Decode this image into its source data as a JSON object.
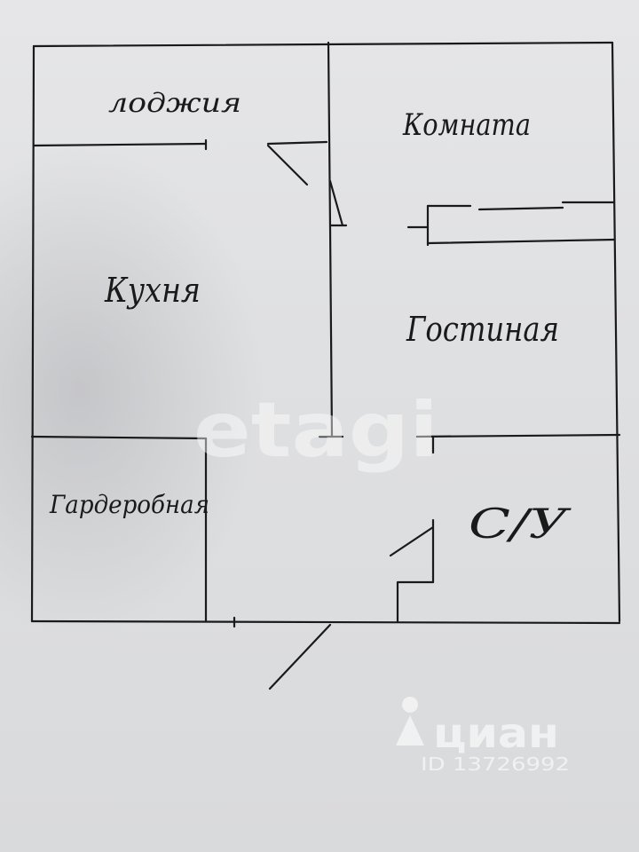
{
  "rooms": {
    "loggia": "лоджия",
    "room": "Комната",
    "kitchen": "Кухня",
    "living": "Гостиная",
    "wardrobe": "Гардеробная",
    "bathroom": "С/У"
  },
  "watermarks": {
    "etagi": "etagi",
    "cian": "циан",
    "listing_id": "ID 13726992"
  },
  "colors": {
    "ink": "#1a1a1a",
    "paper": "#e3e4e6"
  }
}
